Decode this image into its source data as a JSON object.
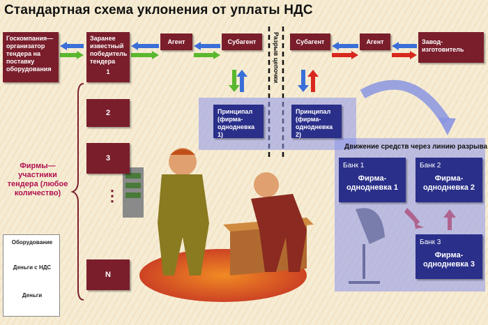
{
  "title": "Стандартная схема уклонения от уплаты НДС",
  "chain_break_label": "Разрыв цепочки",
  "boxes": {
    "goscompany": "Госкомпания— организатор тендера на поставку оборудования",
    "winner": "Заранее известный победитель тендера",
    "winner_num": "1",
    "agent_left": "Агент",
    "subagent_left": "Субагент",
    "subagent_right": "Субагент",
    "agent_right": "Агент",
    "factory": "Завод- изготовитель",
    "principal1": "Принципал (фирма- однодневка 1)",
    "principal2": "Принципал (фирма- однодневка 2)"
  },
  "bidders": {
    "label": "Фирмы—участники тендера (любое количество)",
    "items": [
      "2",
      "3",
      "N"
    ],
    "ellipsis": "⋮"
  },
  "money_flow_title": "Движение средств через линию разрыва",
  "banks": [
    {
      "name": "Банк 1",
      "firm": "Фирма- однодневка 1"
    },
    {
      "name": "Банк 2",
      "firm": "Фирма- однодневка 2"
    },
    {
      "name": "Банк 3",
      "firm": "Фирма- однодневка 3"
    }
  ],
  "legend": {
    "equipment": "Оборудование",
    "money_vat": "Деньги с НДС",
    "money": "Деньги"
  },
  "colors": {
    "box": "#7a1e2c",
    "bank": "#2a2f8a",
    "arrow_blue": "#3a6fd8",
    "arrow_green": "#5ab82e",
    "arrow_red": "#d8281e",
    "label_pink": "#b01050"
  }
}
